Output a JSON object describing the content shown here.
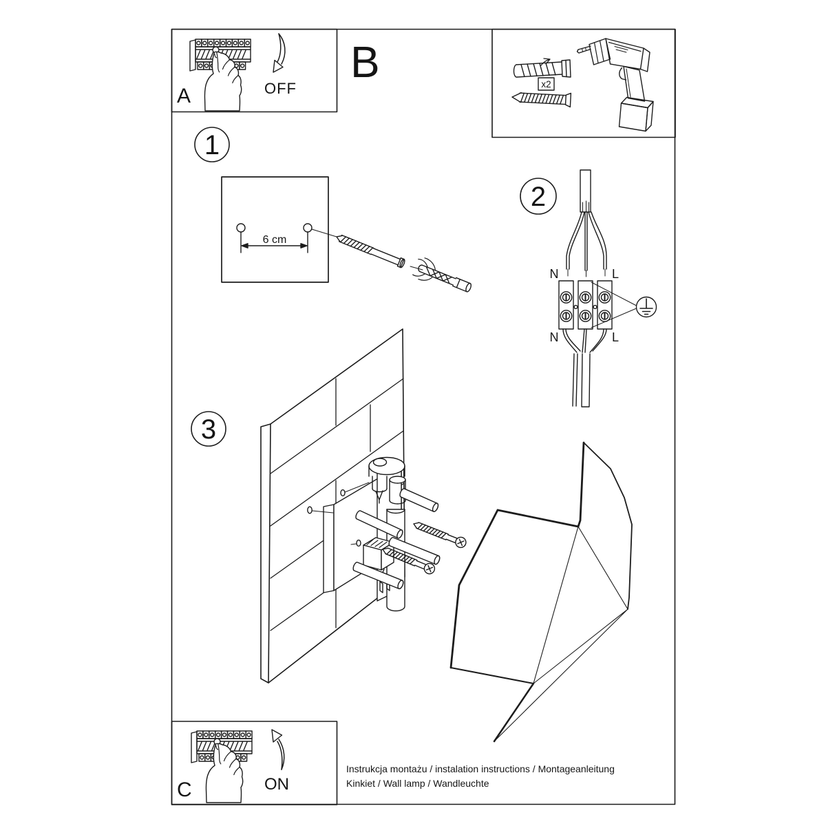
{
  "panel_a": {
    "label": "A",
    "action": "OFF"
  },
  "section_b_label": "B",
  "parts_panel": {
    "quantity_label": "x2"
  },
  "step1": {
    "number": "1",
    "hole_spacing_label": "6 cm"
  },
  "step2": {
    "number": "2",
    "terminal_top_left": "N",
    "terminal_top_right": "L",
    "terminal_bottom_left": "N",
    "terminal_bottom_right": "L"
  },
  "step3": {
    "number": "3"
  },
  "panel_c": {
    "label": "C",
    "action": "ON"
  },
  "footer": {
    "line1": "Instrukcja montażu / instalation instructions / Montageanleitung",
    "line2": "Kinkiet / Wall lamp / Wandleuchte"
  }
}
